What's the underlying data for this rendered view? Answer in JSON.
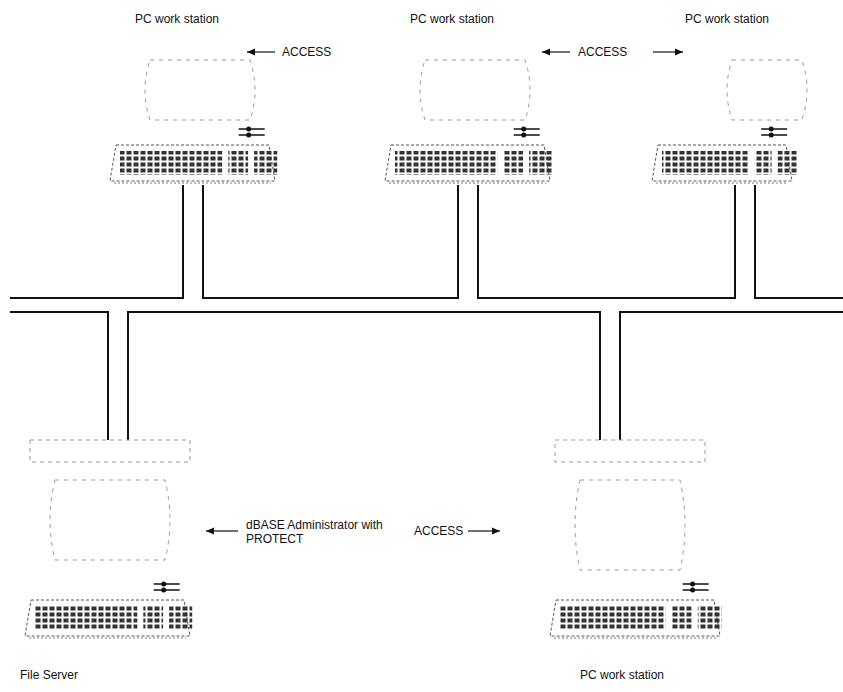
{
  "diagram": {
    "nodes": [
      {
        "text": [
          "PC work station"
        ]
      },
      {
        "text": [
          "PC work station"
        ]
      },
      {
        "text": [
          "PC work station"
        ]
      },
      {
        "text": [
          "File Server"
        ]
      },
      {
        "text": [
          "PC work station"
        ]
      }
    ],
    "labels": [
      "ACCESS",
      "ACCESS",
      "dBASE Administrator with PROTECT",
      "ACCESS"
    ]
  }
}
